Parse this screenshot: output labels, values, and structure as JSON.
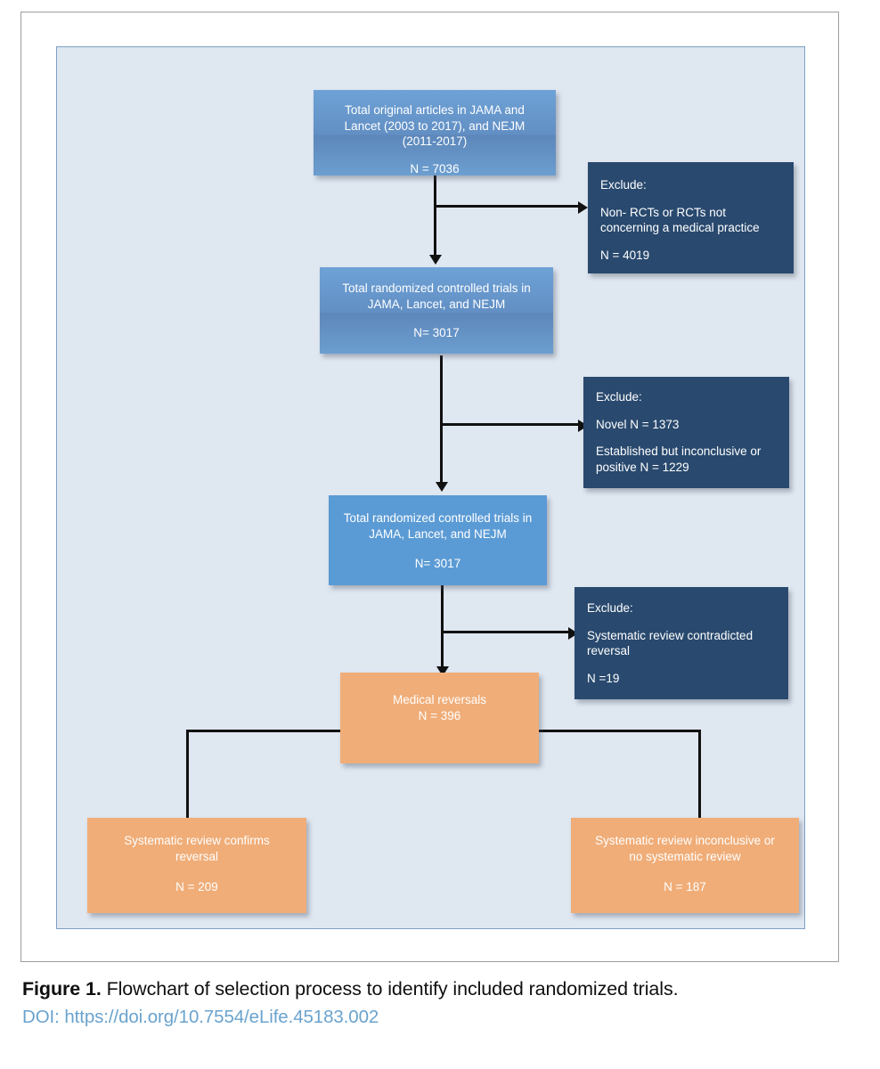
{
  "figure": {
    "caption_label": "Figure 1.",
    "caption_text": "Flowchart of selection process to identify included randomized trials.",
    "doi": "DOI: https://doi.org/10.7554/eLife.45183.002"
  },
  "colors": {
    "canvas_background": "#dfe7f1",
    "process_blue": "#5b9bd5",
    "exclude_navy": "#29496e",
    "outcome_orange": "#f0ad78",
    "connector_black": "#111111",
    "doi_link": "#6aa3ce",
    "frame_grey": "#9d9d9d"
  },
  "chart_data": {
    "type": "flowchart",
    "title": "Flowchart of selection process to identify included randomized trials",
    "nodes": [
      {
        "id": "total-articles",
        "kind": "process",
        "lines": [
          "Total original articles in JAMA and",
          "Lancet (2003 to 2017), and NEJM",
          "(2011-2017)"
        ],
        "count_label": "N = 7036",
        "value": 7036
      },
      {
        "id": "exclude-non-rct",
        "kind": "exclude",
        "heading": "Exclude:",
        "lines": [
          "Non- RCTs or RCTs not",
          "concerning a medical practice"
        ],
        "count_label": "N = 4019",
        "value": 4019
      },
      {
        "id": "total-rcts-1",
        "kind": "process",
        "lines": [
          "Total randomized controlled trials in",
          "JAMA, Lancet, and NEJM"
        ],
        "count_label": "N= 3017",
        "value": 3017
      },
      {
        "id": "exclude-novel-established",
        "kind": "exclude",
        "heading": "Exclude:",
        "lines": [
          "Novel N = 1373"
        ],
        "lines2": [
          "Established but inconclusive or",
          "positive N = 1229"
        ],
        "value_novel": 1373,
        "value_established": 1229
      },
      {
        "id": "total-rcts-2",
        "kind": "process",
        "lines": [
          "Total randomized controlled trials in",
          "JAMA, Lancet, and NEJM"
        ],
        "count_label": "N= 3017",
        "value": 3017
      },
      {
        "id": "exclude-contradicted",
        "kind": "exclude",
        "heading": "Exclude:",
        "lines": [
          "Systematic review contradicted",
          "reversal"
        ],
        "count_label": "N =19",
        "value": 19
      },
      {
        "id": "medical-reversals",
        "kind": "outcome",
        "lines": [
          "Medical reversals"
        ],
        "count_label": "N = 396",
        "value": 396
      },
      {
        "id": "review-confirms",
        "kind": "outcome",
        "lines": [
          "Systematic review confirms",
          "reversal"
        ],
        "count_label": "N = 209",
        "value": 209
      },
      {
        "id": "review-inconclusive",
        "kind": "outcome",
        "lines": [
          "Systematic review inconclusive or",
          "no systematic review"
        ],
        "count_label": "N = 187",
        "value": 187
      }
    ],
    "edges": [
      {
        "from": "total-articles",
        "to": "total-rcts-1",
        "type": "down"
      },
      {
        "from": "total-articles",
        "to": "exclude-non-rct",
        "type": "branch-right"
      },
      {
        "from": "total-rcts-1",
        "to": "total-rcts-2",
        "type": "down"
      },
      {
        "from": "total-rcts-1",
        "to": "exclude-novel-established",
        "type": "branch-right"
      },
      {
        "from": "total-rcts-2",
        "to": "medical-reversals",
        "type": "down"
      },
      {
        "from": "total-rcts-2",
        "to": "exclude-contradicted",
        "type": "branch-right"
      },
      {
        "from": "medical-reversals",
        "to": "review-confirms",
        "type": "split-left"
      },
      {
        "from": "medical-reversals",
        "to": "review-inconclusive",
        "type": "split-right"
      }
    ]
  }
}
